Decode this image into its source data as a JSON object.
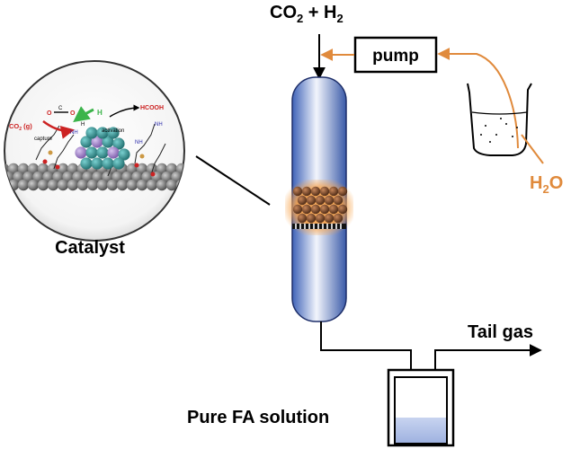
{
  "feed": {
    "co2": "CO",
    "co2_sub": "2",
    "plus": " + H",
    "h2_sub": "2"
  },
  "pump": {
    "label": "pump"
  },
  "water": {
    "label": "H",
    "sub": "2",
    "tail": "O",
    "color": "#e08a3c"
  },
  "catalyst": {
    "label": "Catalyst",
    "inset": {
      "co2_gas": "CO",
      "co2_gas_sub": "2",
      "co2_gas_tail": " (g)",
      "capture": "capture",
      "activation": "activation",
      "product": "HCOOH",
      "h_atom": "H",
      "amine": "NH",
      "o_atom": "O",
      "c_atom": "C"
    }
  },
  "outlet": {
    "tail_gas": "Tail gas",
    "solution": "Pure FA solution"
  },
  "colors": {
    "arrow_orange": "#e08a3c",
    "column_blue": "#3f63b8",
    "bed_brown": "#7a4a2a",
    "cluster_teal": "#2f8a8a",
    "cluster_purple": "#9a7ac4",
    "red_text": "#cc2222",
    "green_arrow": "#3cb44b"
  }
}
